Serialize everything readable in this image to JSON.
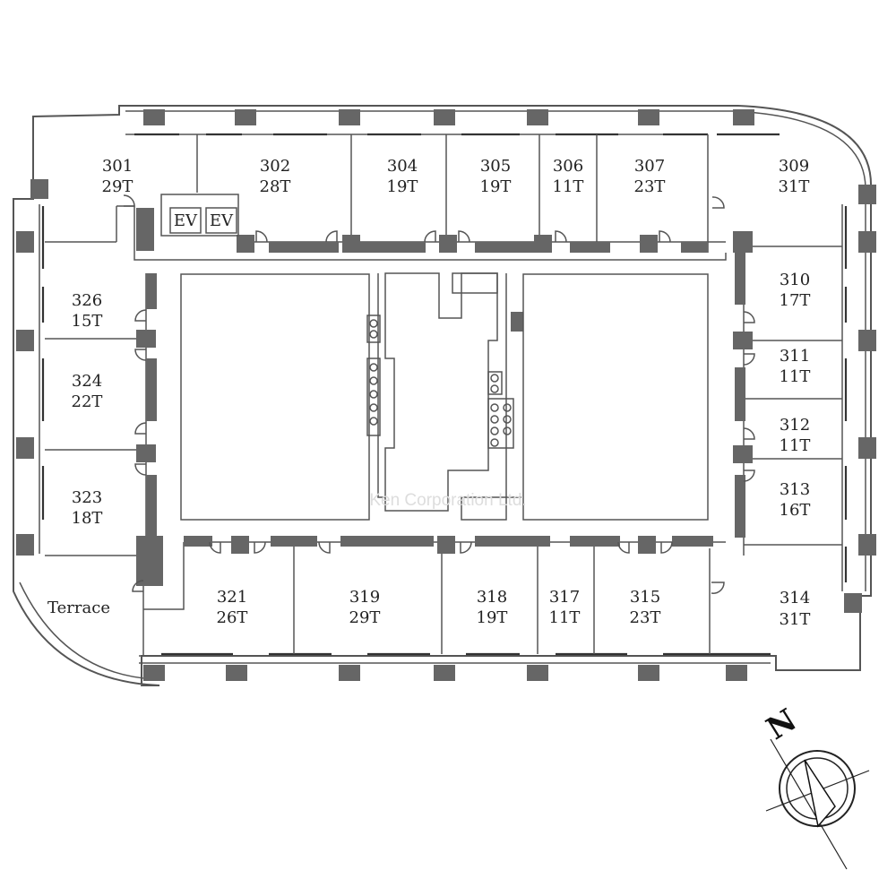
{
  "rooms": [
    {
      "id": "r301",
      "number": "301",
      "size": "29T"
    },
    {
      "id": "r302",
      "number": "302",
      "size": "28T"
    },
    {
      "id": "r304",
      "number": "304",
      "size": "19T"
    },
    {
      "id": "r305",
      "number": "305",
      "size": "19T"
    },
    {
      "id": "r306",
      "number": "306",
      "size": "11T"
    },
    {
      "id": "r307",
      "number": "307",
      "size": "23T"
    },
    {
      "id": "r309",
      "number": "309",
      "size": "31T"
    },
    {
      "id": "r310",
      "number": "310",
      "size": "17T"
    },
    {
      "id": "r311",
      "number": "311",
      "size": "11T"
    },
    {
      "id": "r312",
      "number": "312",
      "size": "11T"
    },
    {
      "id": "r313",
      "number": "313",
      "size": "16T"
    },
    {
      "id": "r314",
      "number": "314",
      "size": "31T"
    },
    {
      "id": "r315",
      "number": "315",
      "size": "23T"
    },
    {
      "id": "r317",
      "number": "317",
      "size": "11T"
    },
    {
      "id": "r318",
      "number": "318",
      "size": "19T"
    },
    {
      "id": "r319",
      "number": "319",
      "size": "29T"
    },
    {
      "id": "r321",
      "number": "321",
      "size": "26T"
    },
    {
      "id": "r323",
      "number": "323",
      "size": "18T"
    },
    {
      "id": "r324",
      "number": "324",
      "size": "22T"
    },
    {
      "id": "r326",
      "number": "326",
      "size": "15T"
    }
  ],
  "terrace": "Terrace",
  "elevators": [
    "EV",
    "EV"
  ],
  "watermark": "Ken Corporation Ltd.",
  "compass": {
    "letter": "N",
    "icon": "north-arrow-icon"
  }
}
